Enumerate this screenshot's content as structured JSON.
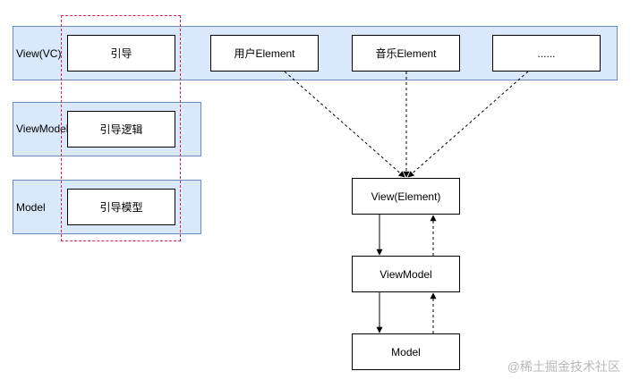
{
  "layers": [
    {
      "label": "View(VC)",
      "boxes": [
        "引导",
        "用户Element",
        "音乐Element",
        "......"
      ]
    },
    {
      "label": "ViewModel",
      "boxes": [
        "引导逻辑"
      ]
    },
    {
      "label": "Model",
      "boxes": [
        "引导模型"
      ]
    }
  ],
  "stack": {
    "view": "View(Element)",
    "viewmodel": "ViewModel",
    "model": "Model"
  },
  "watermark": "@稀土掘金技术社区",
  "colors": {
    "band_fill": "#dae8fc",
    "band_border": "#6c8ebf",
    "highlight": "#e0204a"
  }
}
